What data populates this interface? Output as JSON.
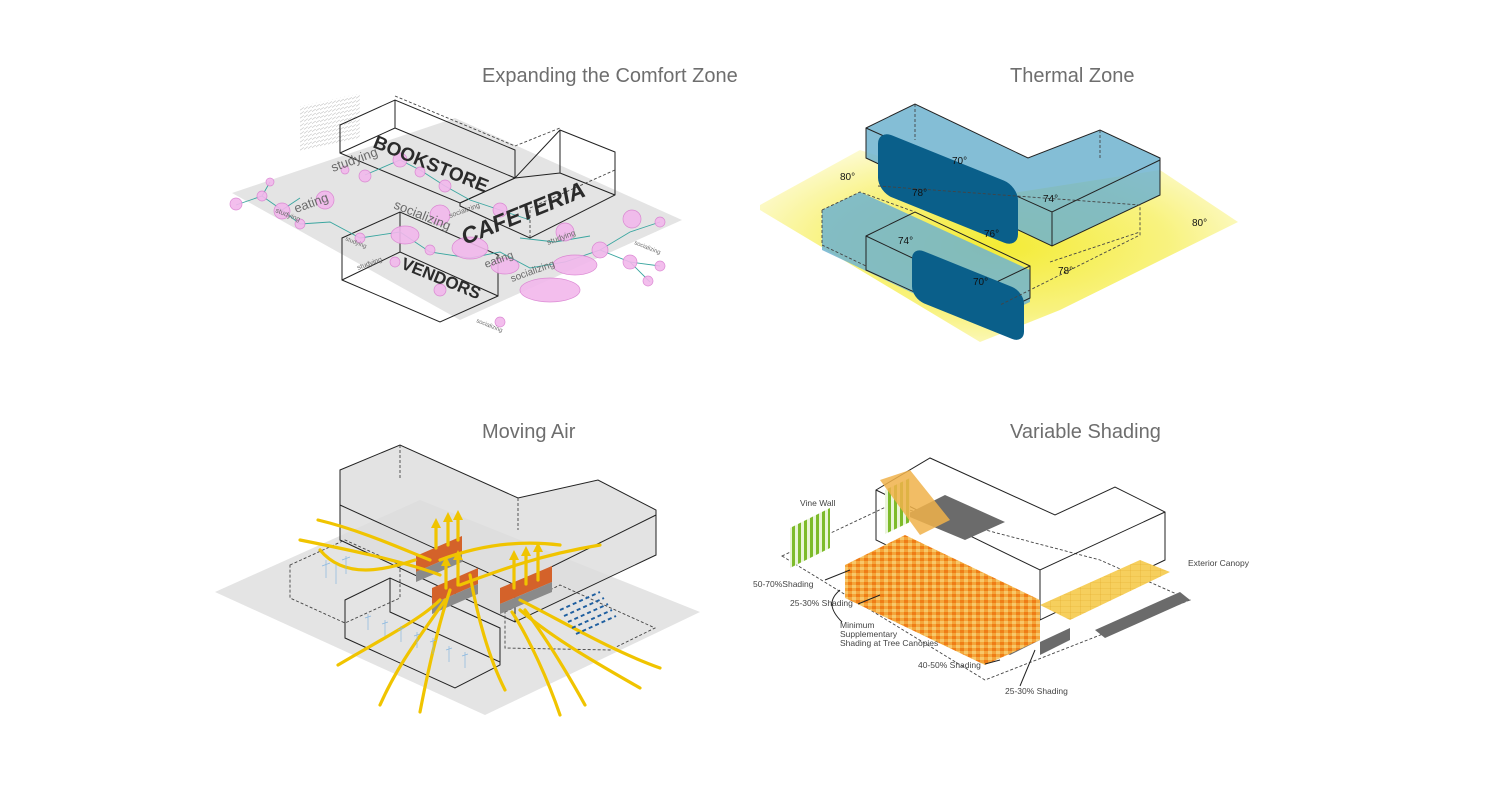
{
  "panels": {
    "comfort": {
      "title": "Expanding the Comfort Zone",
      "buildings": {
        "bookstore": "BOOKSTORE",
        "cafeteria": "CAFETERIA",
        "vendors": "VENDORS"
      },
      "activities": [
        "studying",
        "socializing",
        "eating",
        "studying",
        "studying",
        "eating",
        "socializing",
        "socializing",
        "studying",
        "socializing",
        "studying",
        "socializing"
      ]
    },
    "thermal": {
      "title": "Thermal Zone",
      "temps": [
        "70°",
        "74°",
        "80°",
        "78°",
        "76°",
        "80°",
        "74°",
        "70°",
        "78°"
      ]
    },
    "air": {
      "title": "Moving Air"
    },
    "shading": {
      "title": "Variable Shading",
      "labels": {
        "vine_wall": "Vine Wall",
        "exterior_canopy": "Exterior Canopy",
        "s1": "50-70%Shading",
        "s2": "25-30% Shading",
        "min1": "Minimum",
        "min2": "Supplementary",
        "min3": "Shading at Tree Canopies",
        "s3": "40-50% Shading",
        "s4": "25-30% Shading"
      }
    }
  },
  "colors": {
    "bubble": "#f2b8ec",
    "network": "#3aa6a0",
    "thermal_light": "#6fb3cf",
    "thermal_dark": "#0a5f8a",
    "heat_yellow": "#f6ef48",
    "air_yellow": "#f0c400",
    "vine_green": "#7dbb2a",
    "shade_orange": "#f08a1c",
    "canopy_yellow": "#f5c542",
    "shadow_gray": "#6b6b6b",
    "ground_gray": "#e4e4e4"
  }
}
